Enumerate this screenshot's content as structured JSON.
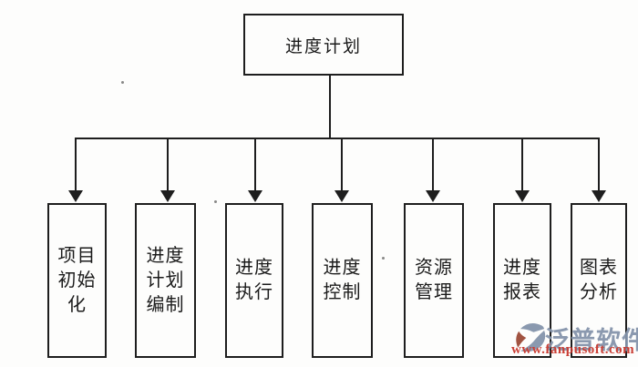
{
  "diagram": {
    "title": "进度计划",
    "root": {
      "label": "进度计划"
    },
    "children": [
      {
        "label": "项目初始化",
        "lines": [
          "项目",
          "初始",
          "化"
        ]
      },
      {
        "label": "进度计划编制",
        "lines": [
          "进度",
          "计划",
          "编制"
        ]
      },
      {
        "label": "进度执行",
        "lines": [
          "进度",
          "执行"
        ]
      },
      {
        "label": "进度控制",
        "lines": [
          "进度",
          "控制"
        ]
      },
      {
        "label": "资源管理",
        "lines": [
          "资源",
          "管理"
        ]
      },
      {
        "label": "进度报表",
        "lines": [
          "进度",
          "报表"
        ]
      },
      {
        "label": "图表分析",
        "lines": [
          "图表",
          "分析"
        ]
      }
    ]
  },
  "watermark": {
    "brand": "泛普软件",
    "url": "www.fanpusoft.com",
    "brand_color": "#8594ab",
    "url_color": "#c8352c",
    "logo_blue": "#8494ab",
    "logo_red": "#9d4a38"
  },
  "colors": {
    "line": "#1e1e1e",
    "background": "#fdfdfc"
  }
}
